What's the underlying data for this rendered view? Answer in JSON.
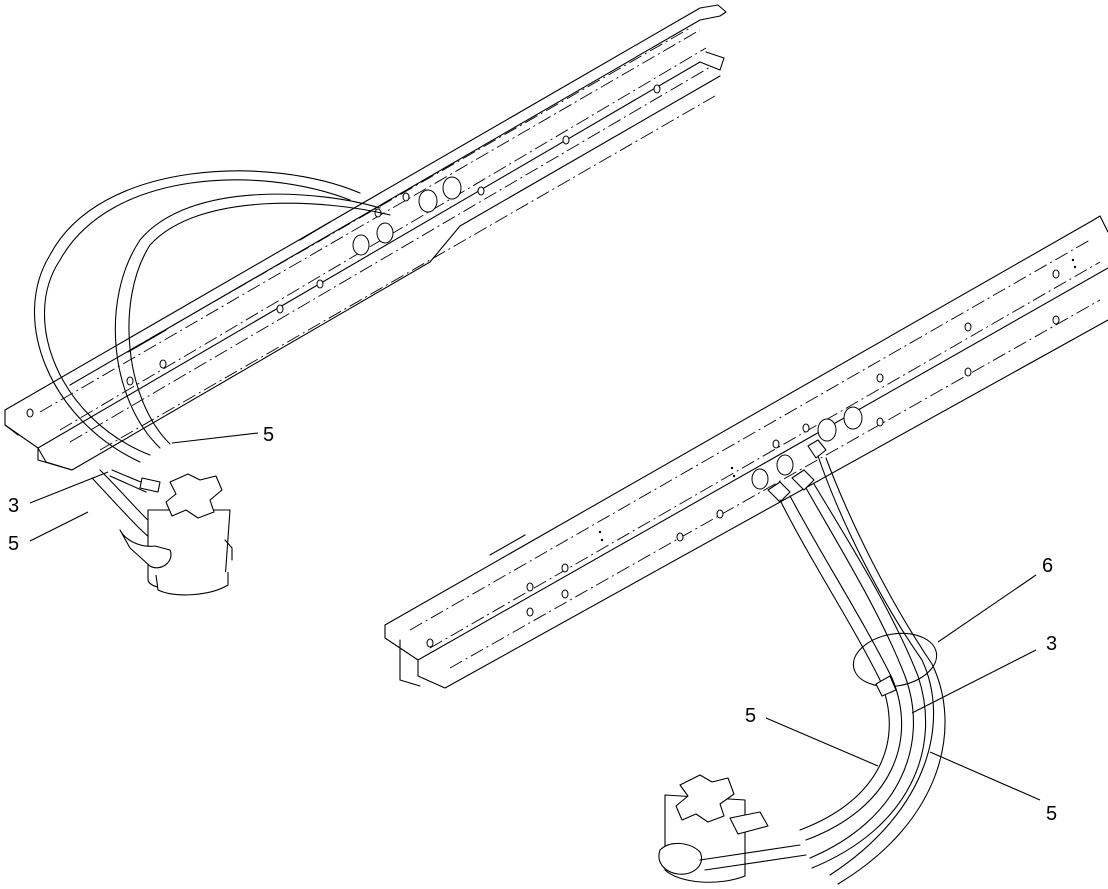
{
  "callouts": [
    {
      "id": "left-upper-5",
      "text": "5"
    },
    {
      "id": "left-3",
      "text": "3"
    },
    {
      "id": "left-lower-5",
      "text": "5"
    },
    {
      "id": "right-6",
      "text": "6"
    },
    {
      "id": "right-3",
      "text": "3"
    },
    {
      "id": "right-left-5",
      "text": "5"
    },
    {
      "id": "right-lower-5",
      "text": "5"
    }
  ],
  "parts": {
    "frame_rails": 2,
    "hydraulic_motors": 2
  }
}
